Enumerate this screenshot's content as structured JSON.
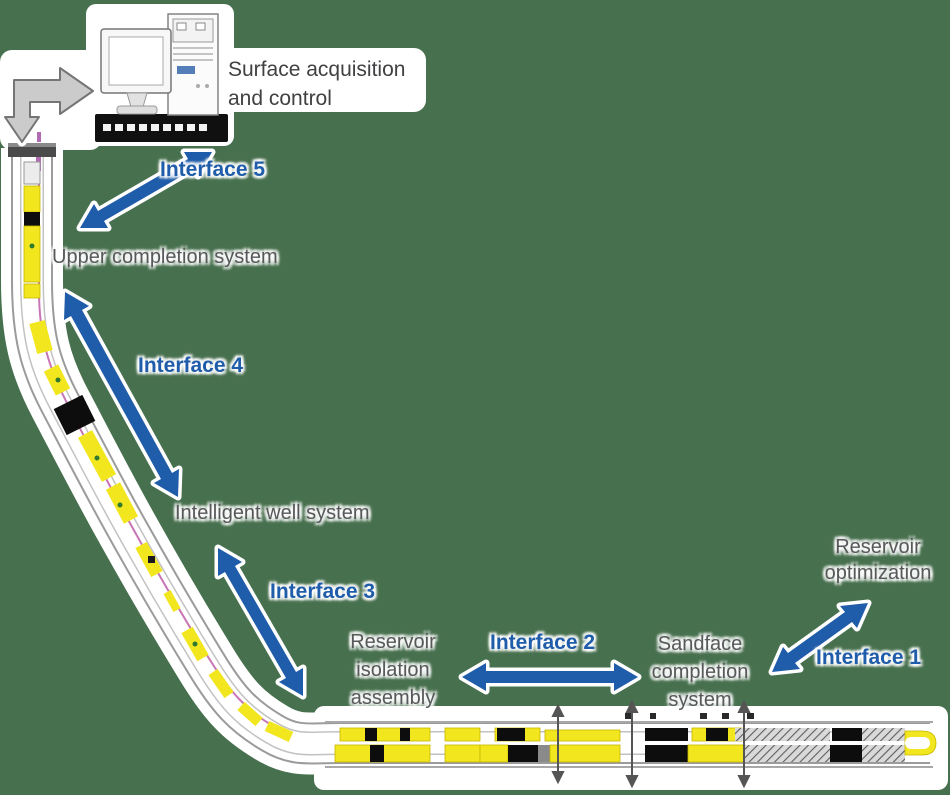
{
  "colors": {
    "background": "#47704E",
    "interface_blue": "#1F5CA9",
    "label_gray": "#57585A",
    "tool_yellow": "#F2E71E"
  },
  "labels": {
    "surface_acquisition": {
      "line1": "Surface acquisition",
      "line2": "and control"
    },
    "upper_completion": "Upper completion system",
    "intelligent_well": "Intelligent well system",
    "reservoir_isolation": {
      "line1": "Reservoir",
      "line2": "isolation",
      "line3": "assembly"
    },
    "sandface_completion": {
      "line1": "Sandface",
      "line2": "completion",
      "line3": "system"
    },
    "reservoir_optimization": {
      "line1": "Reservoir",
      "line2": "optimization"
    }
  },
  "interfaces": {
    "i1": "Interface 1",
    "i2": "Interface 2",
    "i3": "Interface 3",
    "i4": "Interface 4",
    "i5": "Interface 5"
  }
}
